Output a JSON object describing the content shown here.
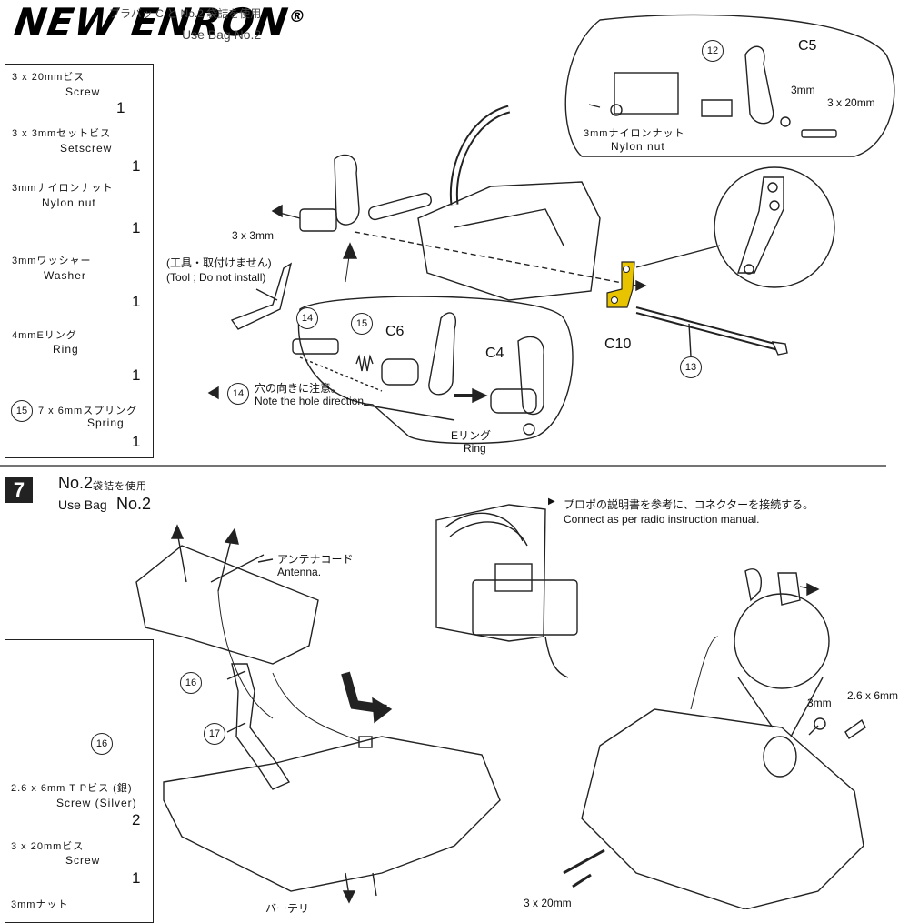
{
  "brand": {
    "text": "NEW ENRON",
    "mark": "®"
  },
  "step6": {
    "header_jp": "ブラバッ C と No.2 袋詰を使用",
    "header_en": "Use Bag No.2",
    "parts": [
      {
        "jp": "3 x 20mmビス",
        "en": "Screw",
        "qty": "1"
      },
      {
        "jp": "3 x 3mmセットビス",
        "en": "Setscrew",
        "qty": "1"
      },
      {
        "jp": "3mmナイロンナット",
        "en": "Nylon nut",
        "qty": "1"
      },
      {
        "jp": "3mmワッシャー",
        "en": "Washer",
        "qty": "1"
      },
      {
        "jp": "4mmEリング",
        "en": "Ring",
        "qty": "1"
      },
      {
        "num": "15",
        "jp": "7 x 6mmスプリング",
        "en": "Spring",
        "qty": "1"
      }
    ],
    "callout": {
      "c5": "C5",
      "n12": "12",
      "washer_size": "3mm",
      "screw_size": "3 x 20mm",
      "nut_jp": "3mmナイロンナット",
      "nut_en": "Nylon nut"
    },
    "labels": {
      "setscrew": "3 x 3mm",
      "tool_jp": "(工具・取付けません)",
      "tool_en": "(Tool ; Do not install)",
      "c10": "C10",
      "n13": "13",
      "n14": "14",
      "n15": "15",
      "c6": "C6",
      "c4": "C4",
      "note_num": "14",
      "note_jp": "穴の向きに注意。",
      "note_en": "Note the hole direction.",
      "ering_jp": "Eリング",
      "ering_en": "Ring"
    }
  },
  "step7": {
    "number": "7",
    "bag_jp_no": "No.2",
    "bag_jp": "袋詰を使用",
    "bag_en": "Use Bag",
    "bag_en_no": "No.2",
    "instruction_jp": "プロポの説明書を参考に、コネクターを接続する。",
    "instruction_en": "Connect as per radio instruction manual.",
    "antenna_jp": "アンテナコード",
    "antenna_en": "Antenna.",
    "n16": "16",
    "n17": "17",
    "washer_size": "3mm",
    "screw_size": "2.6 x 6mm",
    "bottom_screw": "3 x 20mm",
    "bottom_label": "バーテリ",
    "parts": [
      {
        "num": "16",
        "kind": "sprue"
      },
      {
        "jp": "2.6 x 6mm T Pビス (銀)",
        "en": "Screw (Silver)",
        "qty": "2"
      },
      {
        "jp": "3 x 20mmビス",
        "en": "Screw",
        "qty": "1"
      },
      {
        "jp": "3mmナット",
        "en": "",
        "qty": ""
      }
    ]
  },
  "colors": {
    "highlight": "#e8c400",
    "ink": "#222222"
  }
}
